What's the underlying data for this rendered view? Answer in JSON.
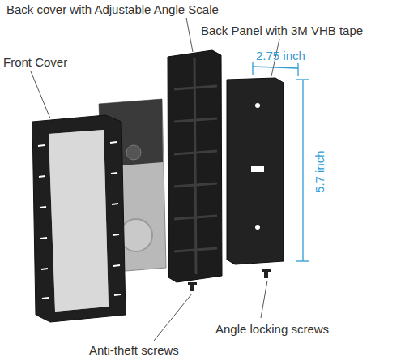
{
  "diagram": {
    "labels": [
      "Back cover with Adjustable Angle Scale",
      "Back Panel with 3M VHB tape",
      "Front Cover",
      "2.75 inch",
      "5.7 inch",
      "Angle locking screws",
      "Anti-theft screws"
    ]
  }
}
